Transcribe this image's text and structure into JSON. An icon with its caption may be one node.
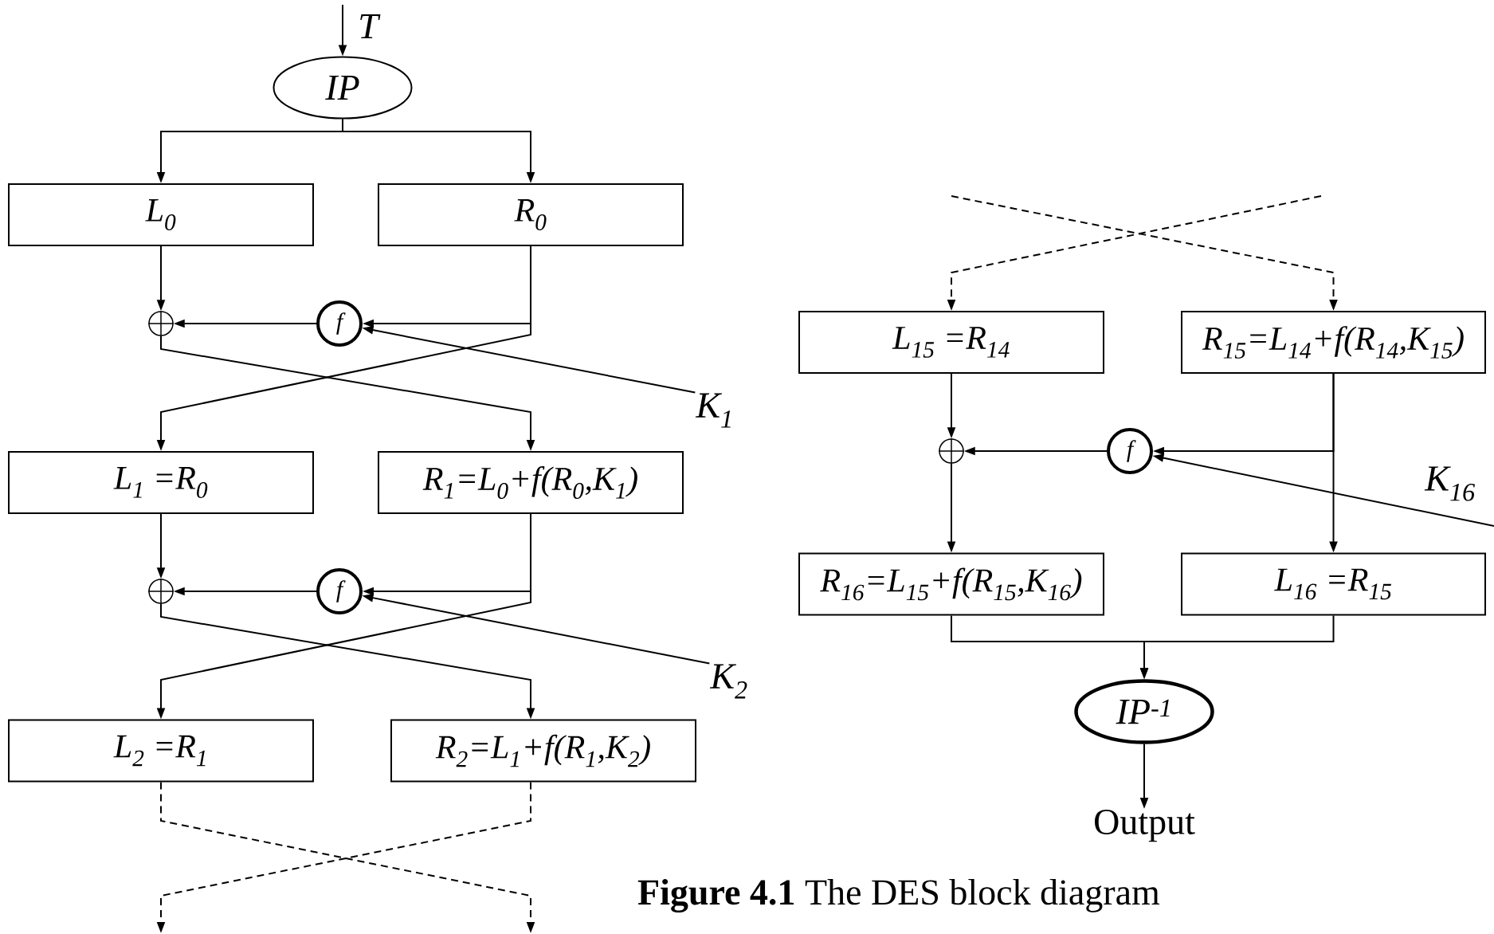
{
  "diagram": {
    "caption": "**Figure 4.1** The DES block diagram",
    "nodes": [
      {
        "text": [
          "IP"
        ]
      },
      {
        "text": [
          "L$_{0}$"
        ]
      },
      {
        "text": [
          "R$_{0}$"
        ]
      },
      {
        "text": [],
        "shape": "circle"
      },
      {
        "text": [
          "f"
        ]
      },
      {
        "text": [
          "K$_{1}$"
        ]
      },
      {
        "text": [
          "L$_{1}$ =R$_{0}$"
        ]
      },
      {
        "text": [
          "R$_{1}$=L$_{0}$+f(R$_{0}$,K$_{1}$)"
        ]
      },
      {
        "text": [],
        "shape": "circle"
      },
      {
        "text": [
          "f"
        ]
      },
      {
        "text": [
          "K$_{2}$"
        ]
      },
      {
        "text": [
          "L$_{2}$ =R$_{1}$"
        ]
      },
      {
        "text": [
          "R$_{2}$=L$_{1}$+f(R$_{1}$,K$_{2}$)"
        ]
      },
      {
        "text": [
          "L$_{15}$ =R$_{14}$"
        ]
      },
      {
        "text": [
          "R$_{15}$=L$_{14}$+f(R$_{14}$,K$_{15}$)"
        ]
      },
      {
        "text": [],
        "shape": "circle"
      },
      {
        "text": [
          "f"
        ]
      },
      {
        "text": [
          "R$_{16}$=L$_{15}$+f(R$_{15}$,K$_{16}$)"
        ]
      },
      {
        "text": [
          "L$_{16}$ =R$_{15}$"
        ]
      },
      {
        "text": [
          "IP$^{-1}$"
        ]
      },
      {
        "text": [
          "Output"
        ]
      }
    ],
    "edges": [
      {
        "from": null,
        "to": 0,
        "arrow": "to"
      },
      {
        "from": 0,
        "to": 1,
        "arrow": "to"
      },
      {
        "from": 0,
        "to": 2,
        "arrow": "to"
      },
      {
        "from": 1,
        "to": 3,
        "arrow": "to"
      },
      {
        "from": 4,
        "to": 3,
        "arrow": "to"
      },
      {
        "from": 2,
        "to": 4,
        "arrow": "to"
      },
      {
        "from": 5,
        "to": 4,
        "arrow": "to"
      },
      {
        "from": 2,
        "to": 6,
        "arrow": "to"
      },
      {
        "from": 3,
        "to": 7,
        "arrow": "to"
      },
      {
        "from": 6,
        "to": 8,
        "arrow": "to"
      },
      {
        "from": 9,
        "to": 8,
        "arrow": "to"
      },
      {
        "from": 7,
        "to": 9,
        "arrow": "to"
      },
      {
        "from": 10,
        "to": 9,
        "arrow": "to"
      },
      {
        "from": 7,
        "to": 11,
        "arrow": "to"
      },
      {
        "from": 8,
        "to": 12,
        "arrow": "to"
      },
      {
        "from": 11,
        "to": null,
        "arrow": "to",
        "style": "dashed"
      },
      {
        "from": 12,
        "to": null,
        "arrow": "to",
        "style": "dashed"
      },
      {
        "from": null,
        "to": 13,
        "arrow": "to",
        "style": "dashed"
      },
      {
        "from": null,
        "to": 14,
        "arrow": "to",
        "style": "dashed"
      },
      {
        "from": 13,
        "to": 15,
        "arrow": "to"
      },
      {
        "from": 16,
        "to": 15,
        "arrow": "to"
      },
      {
        "from": 14,
        "to": 16,
        "arrow": "to"
      },
      {
        "from": null,
        "to": 16,
        "arrow": "to"
      },
      {
        "from": 14,
        "to": 18,
        "arrow": "to"
      },
      {
        "from": 15,
        "to": 17,
        "arrow": "to"
      },
      {
        "from": 17,
        "to": 19,
        "arrow": "to"
      },
      {
        "from": 18,
        "to": 19,
        "arrow": "to"
      },
      {
        "from": 19,
        "to": 20,
        "arrow": "to"
      }
    ],
    "labels": [
      "T",
      "K$_{16}$"
    ]
  }
}
